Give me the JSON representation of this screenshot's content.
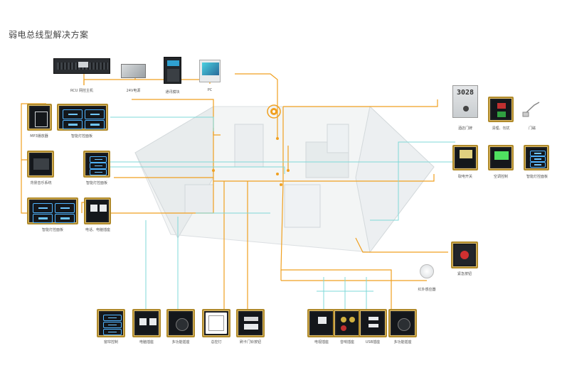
{
  "title": "弱电总线型解决方案",
  "top_devices": [
    {
      "label": "RCU 网控主机"
    },
    {
      "label": "24V电源"
    },
    {
      "label": "通讯模块"
    },
    {
      "label": "PC"
    }
  ],
  "left_panels": [
    {
      "label": "MP3播放器"
    },
    {
      "label": "智能灯控面板"
    },
    {
      "label": "背景音乐系统"
    },
    {
      "label": "智能灯控面板"
    },
    {
      "label": "智能灯控面板"
    },
    {
      "label": "电话、电脑插座"
    }
  ],
  "right_panels": [
    {
      "label": "酒店门牌"
    },
    {
      "label": "清理、勿扰"
    },
    {
      "label": "门磁"
    },
    {
      "label": "取电开关"
    },
    {
      "label": "空调控制"
    },
    {
      "label": "智能灯控面板"
    },
    {
      "label": "紧急按钮"
    },
    {
      "label": "红外感应器"
    }
  ],
  "bottom_left_panels": [
    {
      "label": "窗帘控制"
    },
    {
      "label": "电脑插座"
    },
    {
      "label": "多功能插座"
    },
    {
      "label": "总控灯"
    },
    {
      "label": "刷卡门铃按钮"
    }
  ],
  "bottom_right_panels": [
    {
      "label": "电视插座"
    },
    {
      "label": "音响插座"
    },
    {
      "label": "USB插座"
    },
    {
      "label": "多功能插座"
    }
  ],
  "door_number": "3028",
  "colors": {
    "orange_line": "#f0a020",
    "cyan_line": "#7fd8d8",
    "gold": "#c9a040",
    "panel_bg": "#1b1e22",
    "button_blue": "#4fb3ff"
  }
}
